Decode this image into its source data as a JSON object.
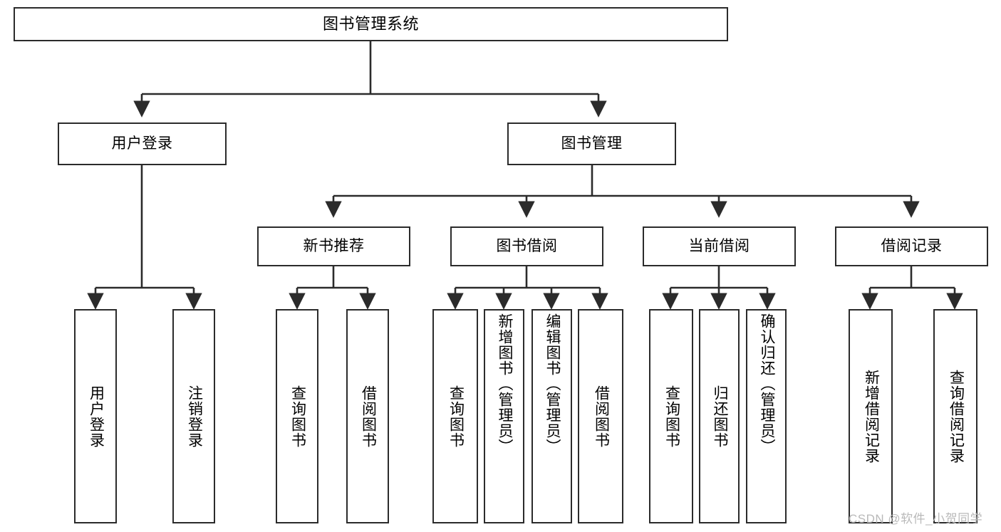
{
  "diagram": {
    "type": "tree",
    "title": "图书管理系统",
    "style": {
      "box_fill": "#ffffff",
      "box_stroke": "#2b2b2b",
      "line_color": "#2b2b2b",
      "text_color": "#000000",
      "background": "#ffffff"
    },
    "root": {
      "label": "图书管理系统"
    },
    "level1": [
      {
        "label": "用户登录"
      },
      {
        "label": "图书管理"
      }
    ],
    "level2": [
      {
        "label": "新书推荐"
      },
      {
        "label": "图书借阅"
      },
      {
        "label": "当前借阅"
      },
      {
        "label": "借阅记录"
      }
    ],
    "leaves": {
      "user_login": [
        {
          "label": "用户登录"
        },
        {
          "label": "注销登录"
        }
      ],
      "new_book": [
        {
          "label": "查询图书"
        },
        {
          "label": "借阅图书"
        }
      ],
      "book_borrow": [
        {
          "label": "查询图书"
        },
        {
          "label": "新增图书（管理员）"
        },
        {
          "label": "编辑图书（管理员）"
        },
        {
          "label": "借阅图书"
        }
      ],
      "current_borrow": [
        {
          "label": "查询图书"
        },
        {
          "label": "归还图书"
        },
        {
          "label": "确认归还（管理员）"
        }
      ],
      "borrow_record": [
        {
          "label": "新增借阅记录"
        },
        {
          "label": "查询借阅记录"
        }
      ]
    }
  },
  "watermark": {
    "text": "CSDN @软件_小贺同学"
  }
}
